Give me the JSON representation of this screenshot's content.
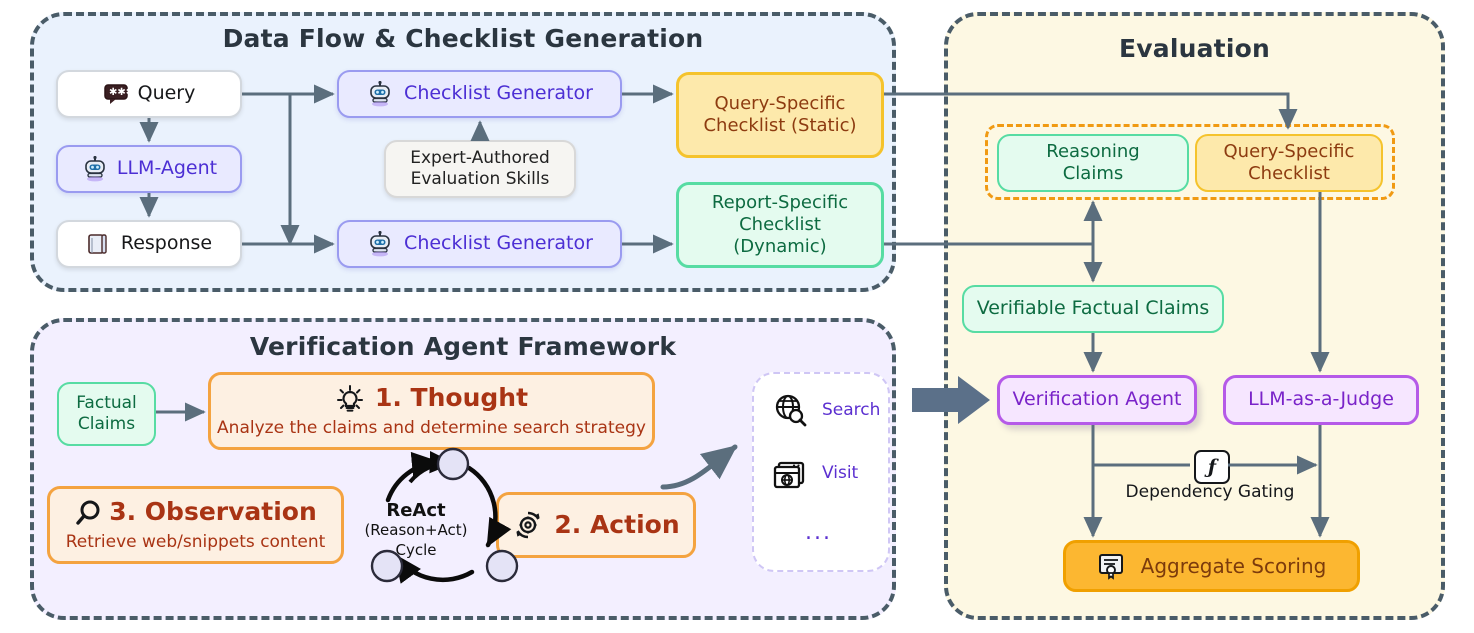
{
  "panels": {
    "dataflow": {
      "title": "Data Flow & Checklist Generation"
    },
    "verification": {
      "title": "Verification Agent Framework"
    },
    "evaluation": {
      "title": "Evaluation"
    }
  },
  "dataflow": {
    "query": {
      "label": "Query",
      "icon": "speech-bubble-icon"
    },
    "llm_agent": {
      "label": "LLM-Agent",
      "icon": "robot-icon"
    },
    "response": {
      "label": "Response",
      "icon": "books-icon"
    },
    "checklist_generator_1": {
      "label": "Checklist Generator",
      "icon": "robot-icon"
    },
    "checklist_generator_2": {
      "label": "Checklist Generator",
      "icon": "robot-icon"
    },
    "expert_skills": {
      "line1": "Expert-Authored",
      "line2": "Evaluation Skills"
    },
    "query_specific_static": {
      "line1": "Query-Specific",
      "line2": "Checklist (Static)"
    },
    "report_specific_dynamic": {
      "line1": "Report-Specific",
      "line2": "Checklist",
      "line3": "(Dynamic)"
    }
  },
  "verification": {
    "factual_claims": {
      "line1": "Factual",
      "line2": "Claims"
    },
    "thought": {
      "step": "1. Thought",
      "desc": "Analyze the claims and determine search strategy",
      "icon": "lightbulb-icon"
    },
    "action": {
      "step": "2. Action",
      "icon": "gear-refresh-icon"
    },
    "observation": {
      "step": "3. Observation",
      "desc": "Retrieve web/snippets content",
      "icon": "magnifier-icon"
    },
    "react": {
      "line1": "ReAct",
      "line2": "(Reason+Act)",
      "line3": "Cycle"
    },
    "tools": {
      "items": [
        {
          "label": "Search",
          "icon": "globe-search-icon"
        },
        {
          "label": "Visit",
          "icon": "browser-globe-icon"
        }
      ],
      "more": "..."
    }
  },
  "evaluation": {
    "reasoning_claims": {
      "line1": "Reasoning",
      "line2": "Claims"
    },
    "query_specific_checklist": {
      "line1": "Query-Specific",
      "line2": "Checklist"
    },
    "verifiable_factual_claims": {
      "label": "Verifiable Factual Claims"
    },
    "verification_agent": {
      "label": "Verification Agent"
    },
    "llm_as_a_judge": {
      "label": "LLM-as-a-Judge"
    },
    "dependency_gating": {
      "label": "Dependency Gating",
      "icon": "function-icon",
      "glyph": "ƒ"
    },
    "aggregate_scoring": {
      "label": "Aggregate Scoring",
      "icon": "certificate-icon"
    }
  },
  "colors": {
    "panel_border": "#4a5c68",
    "dataflow_bg": "#eaf2fd",
    "verify_bg": "#f3efff",
    "eval_bg": "#fdf8e3",
    "yellow": "#f5c32c",
    "green": "#57dca3",
    "purple": "#b55ae8",
    "orange": "#f4a340",
    "amber": "#fcb731",
    "arrow": "#5b6e7d",
    "blue_text": "#4c2fd4"
  }
}
